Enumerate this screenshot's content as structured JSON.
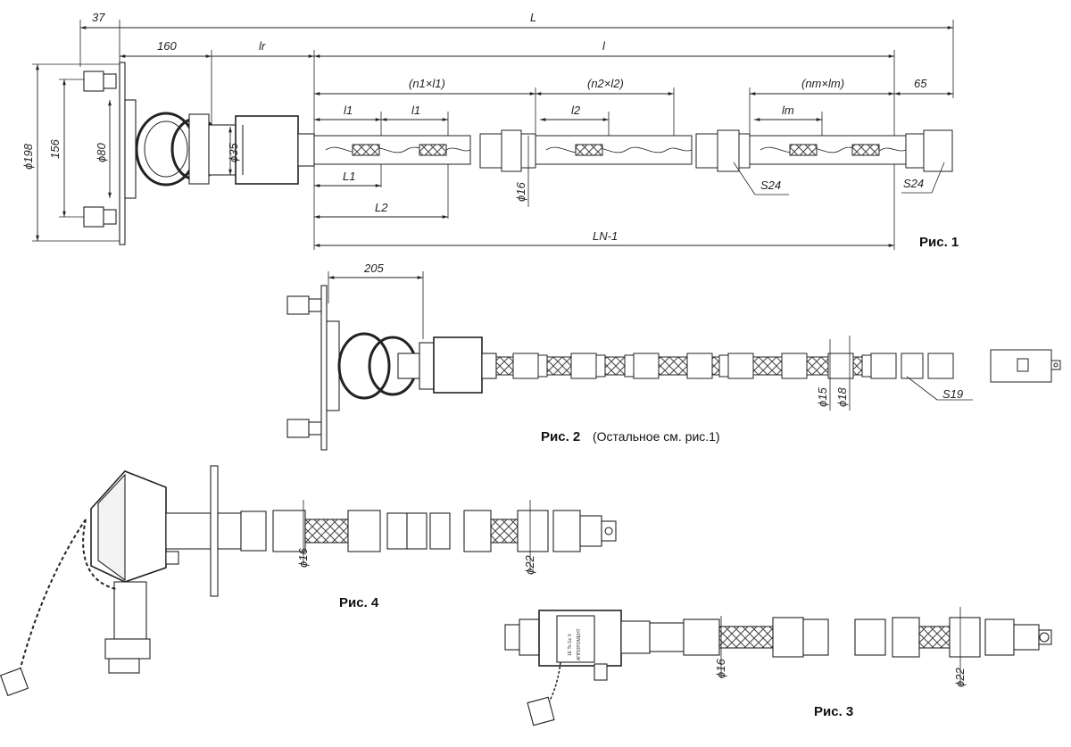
{
  "fig1": {
    "caption": "Рис. 1",
    "dims": {
      "L": "L",
      "d37": "37",
      "d160": "160",
      "lr": "lr",
      "l": "l",
      "n1l1": "(n1×l1)",
      "n2l2": "(n2×l2)",
      "nmlm": "(nm×lm)",
      "d65": "65",
      "l1a": "l1",
      "l1b": "l1",
      "l2": "l2",
      "lm": "lm",
      "L1": "L1",
      "L2": "L2",
      "LN1": "LN-1",
      "phi198": "ϕ198",
      "d156": "156",
      "phi80": "ϕ80",
      "phi35": "ϕ35",
      "phi16": "ϕ16",
      "S24a": "S24",
      "S24b": "S24"
    }
  },
  "fig2": {
    "caption": "Рис. 2",
    "note": "(Остальное см. рис.1)",
    "dims": {
      "d205": "205",
      "phi15": "ϕ15",
      "phi18": "ϕ18",
      "S19": "S19"
    }
  },
  "fig3": {
    "caption": "Рис. 3",
    "dims": {
      "phi16": "ϕ16",
      "phi22": "ϕ22"
    },
    "plate": [
      "1Е Ts Gc X",
      "АППОРОМЕНТ"
    ]
  },
  "fig4": {
    "caption": "Рис. 4",
    "dims": {
      "phi16": "ϕ16",
      "phi22": "ϕ22"
    }
  }
}
